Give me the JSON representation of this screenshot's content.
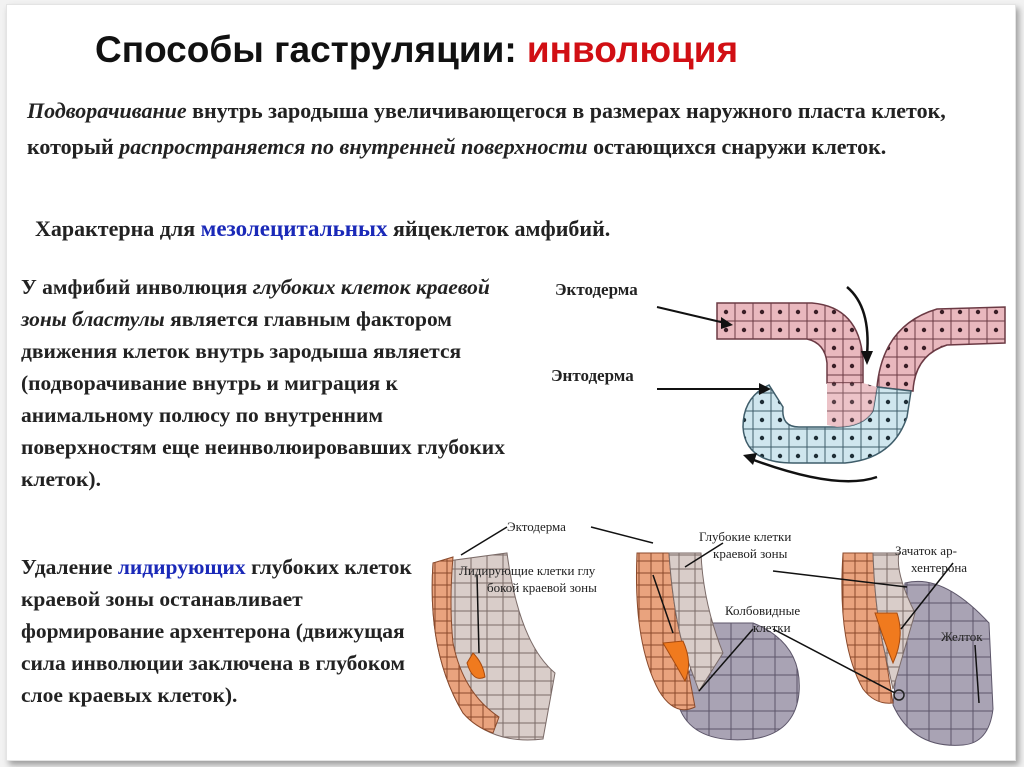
{
  "title": {
    "main": "Способы гаструляции:",
    "accent": "инволюция"
  },
  "definition": {
    "term": "Подворачивание",
    "text1": " внутрь зародыша увеличивающегося в размерах наружного пласта клеток, который ",
    "emph": "распространяется по внутренней поверхности",
    "text2": " остающихся снаружи клеток."
  },
  "characteristic": {
    "prefix": "Характерна для ",
    "highlight": "мезолецитальных",
    "suffix": " яйцеклеток амфибий."
  },
  "amphibian": {
    "prefix": "У амфибий инволюция ",
    "emph": "глубоких клеток краевой зоны бластулы",
    "text": " является главным фактором движения клеток внутрь зародыша является (подворачивание внутрь и миграция к анимальному полюсу по внутренним поверхностям еще неинволюировавших глубоких клеток)."
  },
  "removal": {
    "prefix": "Удаление ",
    "highlight": "лидирующих",
    "text": " глубоких клеток краевой зоны останавливает формирование архентерона (движущая сила инволюции заключена в глубоком слое краевых клеток)."
  },
  "figure_top": {
    "ectoderm_label": "Эктодерма",
    "endoderm_label": "Энтодерма"
  },
  "figure_bottom": {
    "ectoderm_label": "Эктодерма",
    "leading_cells_label_1": "Лидирующие клетки глу",
    "leading_cells_label_2": "бокой краевой зоны",
    "deep_cells_label_1": "Глубокие клетки",
    "deep_cells_label_2": "краевой зоны",
    "bottle_cells_label_1": "Колбовидные",
    "bottle_cells_label_2": "клетки",
    "archenteron_label_1": "Зачаток ар-",
    "archenteron_label_2": "хентерона",
    "yolk_label": "Желток"
  },
  "colors": {
    "title_accent": "#d10f14",
    "highlight_blue": "#1a29b8",
    "ectoderm_fill": "#e9b8be",
    "endoderm_fill": "#cfe6ee",
    "deep_cell_fill": "#e88a5a",
    "leading_cell_fill": "#f07a1e",
    "yolk_fill": "#a9a3b4"
  }
}
